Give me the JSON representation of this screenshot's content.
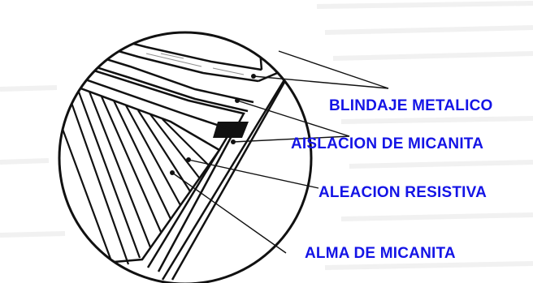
{
  "labels": {
    "blindaje": "BLINDAJE METALICO",
    "aislacion": "AISLACION DE MICANITA",
    "aleacion": "ALEACION RESISTIVA",
    "alma": "ALMA DE MICANITA"
  },
  "colors": {
    "label_text": "#1414e6",
    "ink": "#111111",
    "background": "#ffffff",
    "paper_haze": "#f3f3f3"
  }
}
